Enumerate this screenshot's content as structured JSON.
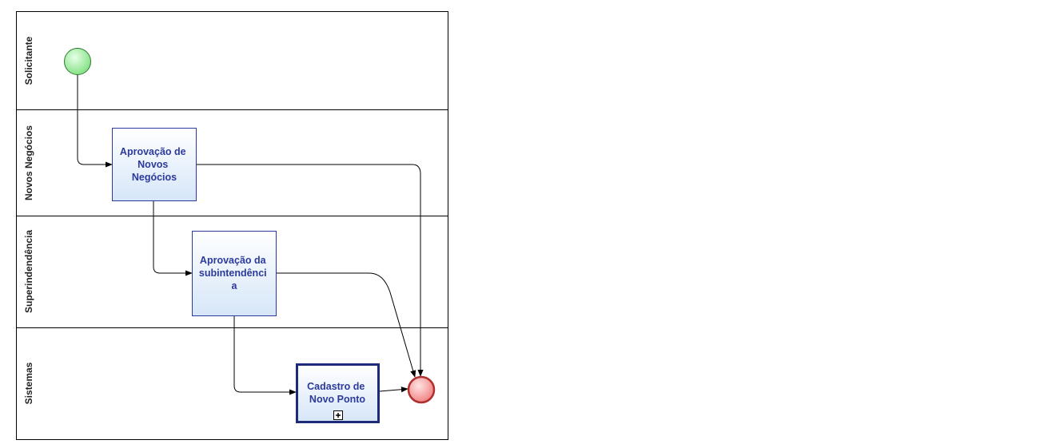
{
  "pool": {
    "lanes": [
      {
        "id": "solicitante",
        "label": "Solicitante"
      },
      {
        "id": "novos-negocios",
        "label": "Novos Negócios"
      },
      {
        "id": "superintendencia",
        "label": "Superindendência"
      },
      {
        "id": "sistemas",
        "label": "Sistemas"
      }
    ]
  },
  "tasks": [
    {
      "id": "aprovacao-novos-negocios",
      "lines": [
        "Aprovação de",
        "Novos",
        "Negócios"
      ]
    },
    {
      "id": "aprovacao-subintendencia",
      "lines": [
        "Aprovação da",
        "subintendênci",
        "a"
      ]
    },
    {
      "id": "cadastro-novo-ponto",
      "lines": [
        "Cadastro de",
        "Novo Ponto"
      ],
      "subprocess": true
    }
  ],
  "events": {
    "start": {
      "type": "start",
      "fill": "#8ee88e"
    },
    "end": {
      "type": "end",
      "fill": "#f28b8b"
    }
  },
  "colors": {
    "task_border": "#2b3a9c",
    "task_fill_top": "#ffffff",
    "task_fill_bottom": "#d6e6f8",
    "subprocess_border": "#1e2a7a",
    "line": "#000000"
  }
}
